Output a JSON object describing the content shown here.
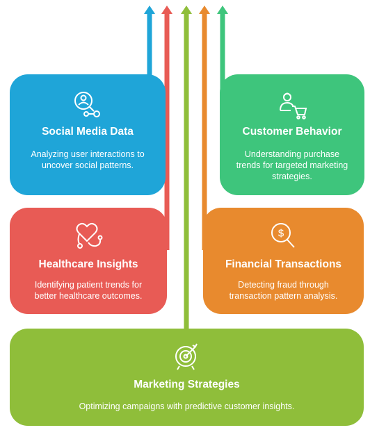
{
  "colors": {
    "blue": "#1fa5d8",
    "red": "#e85b55",
    "green_lime": "#8fbe3a",
    "orange": "#e88a2e",
    "green": "#3ec57c"
  },
  "cards": {
    "social": {
      "title": "Social Media Data",
      "desc": "Analyzing user interactions to uncover social patterns.",
      "icon": "user-network-icon"
    },
    "customer": {
      "title": "Customer Behavior",
      "desc": "Understanding purchase trends for targeted marketing strategies.",
      "icon": "shopper-cart-icon"
    },
    "health": {
      "title": "Healthcare Insights",
      "desc": "Identifying patient trends for better healthcare outcomes.",
      "icon": "heart-stethoscope-icon"
    },
    "finance": {
      "title": "Financial Transactions",
      "desc": "Detecting fraud through transaction pattern analysis.",
      "icon": "dollar-magnifier-icon"
    },
    "marketing": {
      "title": "Marketing Strategies",
      "desc": "Optimizing campaigns with predictive customer insights.",
      "icon": "target-arrow-icon"
    }
  }
}
